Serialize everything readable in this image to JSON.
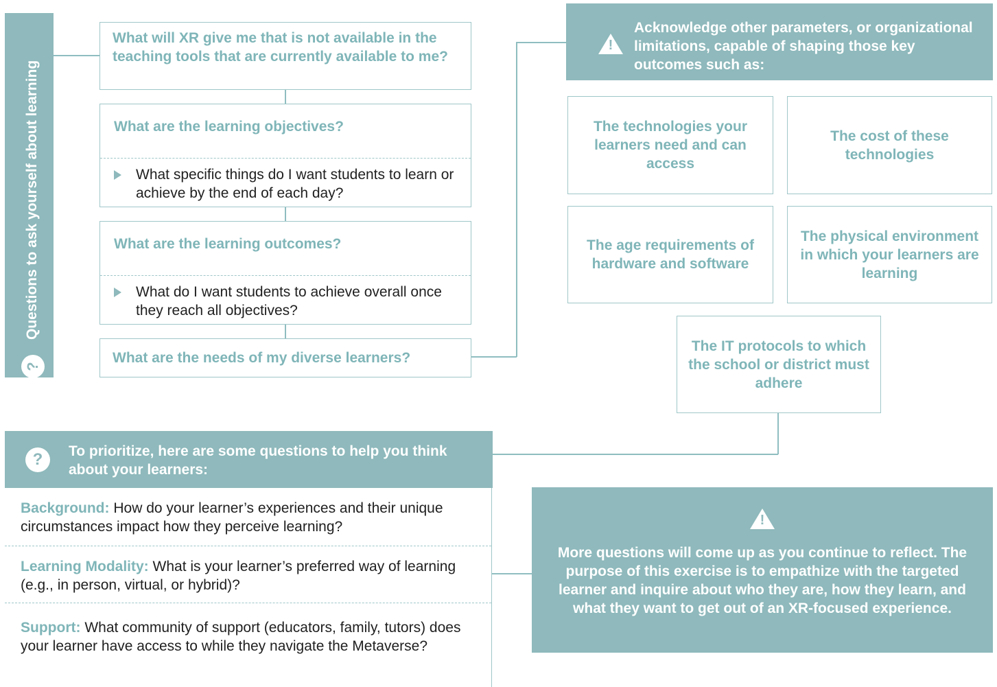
{
  "sidebar": {
    "text": "Questions to ask yourself about learning",
    "icon": "question-icon"
  },
  "questions": {
    "q1": "What will XR give me that is not available in the teaching tools that are currently available to me?",
    "q2_title": "What are the learning objectives?",
    "q2_detail": "What specific things do I want students to learn or achieve by the end of each day?",
    "q3_title": "What are the learning outcomes?",
    "q3_detail": "What do I want students to achieve overall once they reach all objectives?",
    "q4": "What are the needs of my diverse learners?"
  },
  "parameters": {
    "banner": "Acknowledge other parameters, or organizational limitations, capable of shaping those key outcomes such as:",
    "items": [
      "The technologies your learners need and can access",
      "The cost of these technologies",
      "The age requirements of hardware and software",
      "The physical environment in which your learners are learning",
      "The IT protocols to which the school or district must adhere"
    ]
  },
  "prioritize": {
    "banner": "To prioritize, here are some questions to help you think about your learners:",
    "items": [
      {
        "label": "Background:",
        "text": " How do your learner’s experiences and their unique circumstances impact how they perceive learning?"
      },
      {
        "label": "Learning Modality:",
        "text": " What is your learner’s preferred way of learning (e.g., in person, virtual, or hybrid)?"
      },
      {
        "label": "Support:",
        "text": " What community of support (educators, family, tutors) does your learner have access to while they navigate the Metaverse?"
      }
    ]
  },
  "reflect": {
    "text": "More questions will come up as you continue to reflect. The purpose of this exercise is to empathize with the targeted learner and inquire about who they are, how they learn, and what they want to get out of an XR-focused experience."
  },
  "colors": {
    "accent": "#8fb9bc",
    "accent_text": "#7fb5b8"
  }
}
